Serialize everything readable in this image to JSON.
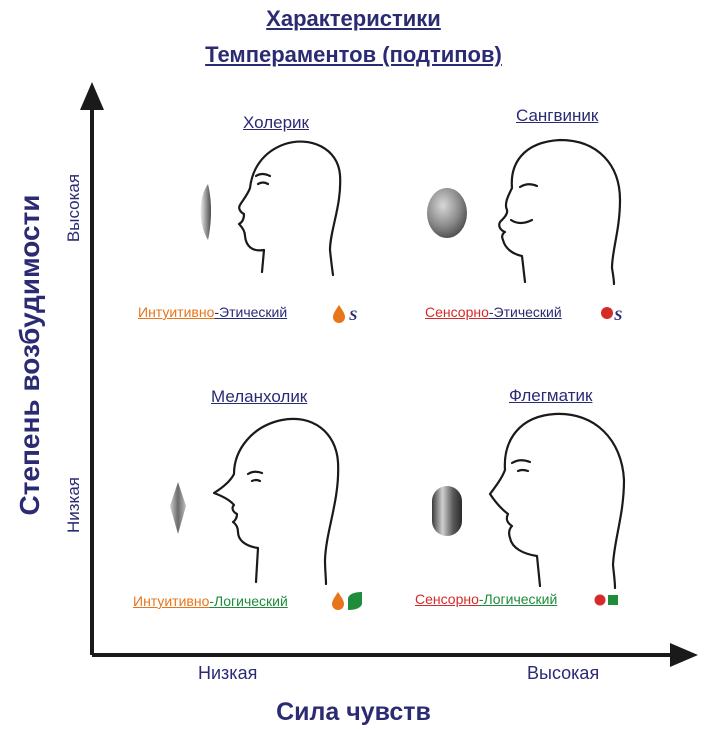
{
  "title": {
    "line1": "Характеристики",
    "line2": "Темпераментов (подтипов)"
  },
  "y_axis": {
    "title": "Степень возбудимости",
    "high": "Высокая",
    "low": "Низкая"
  },
  "x_axis": {
    "title": "Сила чувств",
    "low": "Низкая",
    "high": "Высокая"
  },
  "quadrants": [
    {
      "name": "Холерик",
      "type_part1": "Интуитивно",
      "type_sep": "-",
      "type_part2": "Этический",
      "part1_color": "#e8751a",
      "part2_color": "#2b2b73"
    },
    {
      "name": "Сангвиник",
      "type_part1": "Сенсорно",
      "type_sep": "-",
      "type_part2": "Этический",
      "part1_color": "#d62a2a",
      "part2_color": "#2b2b73"
    },
    {
      "name": "Меланхолик",
      "type_part1": "Интуитивно",
      "type_sep": "-",
      "type_part2": "Логический",
      "part1_color": "#e8751a",
      "part2_color": "#1e8c3a"
    },
    {
      "name": "Флегматик",
      "type_part1": "Сенсорно",
      "type_sep": "-",
      "type_part2": "Логический",
      "part1_color": "#d62a2a",
      "part2_color": "#1e8c3a"
    }
  ],
  "icons": {
    "intuitive": "orange-drop-icon",
    "sensory": "red-circle-icon",
    "ethical": "navy-s-icon",
    "logical": "green-square-icon"
  }
}
